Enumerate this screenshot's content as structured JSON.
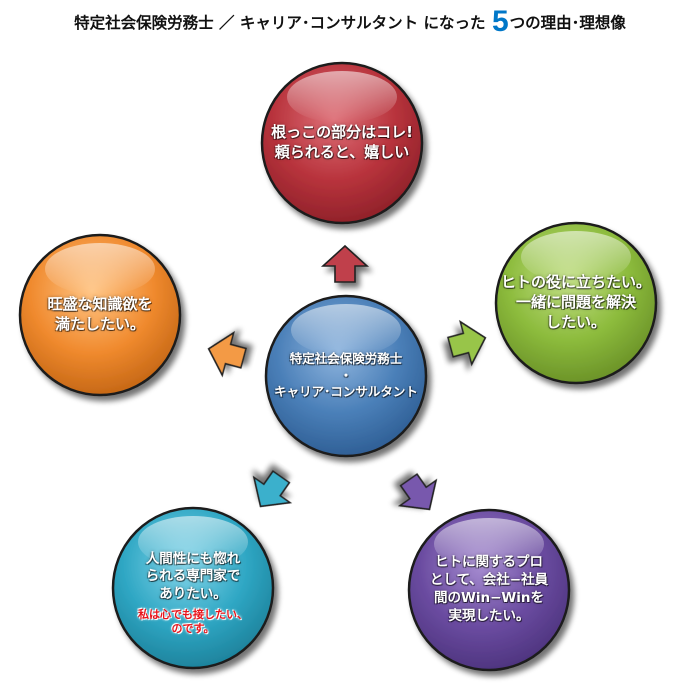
{
  "title": {
    "prefix": "特定社会保険労務士 ／ キャリア･コンサルタント になった",
    "number": "5",
    "suffix": "つの理由･理想像"
  },
  "center": {
    "line1": "特定社会保険労務士",
    "line2": "・",
    "line3": "キャリア･コンサルタント",
    "color": "#4a7fb8"
  },
  "reasons": [
    {
      "lines": [
        "根っこの部分はコレ!",
        "頼られると、嬉しい"
      ],
      "color": "#b8333c"
    },
    {
      "lines": [
        "ヒトの役に立ちたい。",
        "一緒に問題を解決",
        "したい。"
      ],
      "color": "#8cbb3c"
    },
    {
      "lines": [
        "ヒトに関するプロ",
        "として、会社−社員",
        "間のWin−Winを",
        "実現したい。"
      ],
      "color": "#6a4ba0"
    },
    {
      "lines": [
        "人間性にも惚れ",
        "られる専門家で",
        "ありたい。"
      ],
      "note": [
        "私は心でも接したい、",
        "のです。"
      ],
      "color": "#2fa7c4"
    },
    {
      "lines": [
        "旺盛な知識欲を",
        "満たしたい。"
      ],
      "color": "#f08a2e"
    }
  ]
}
